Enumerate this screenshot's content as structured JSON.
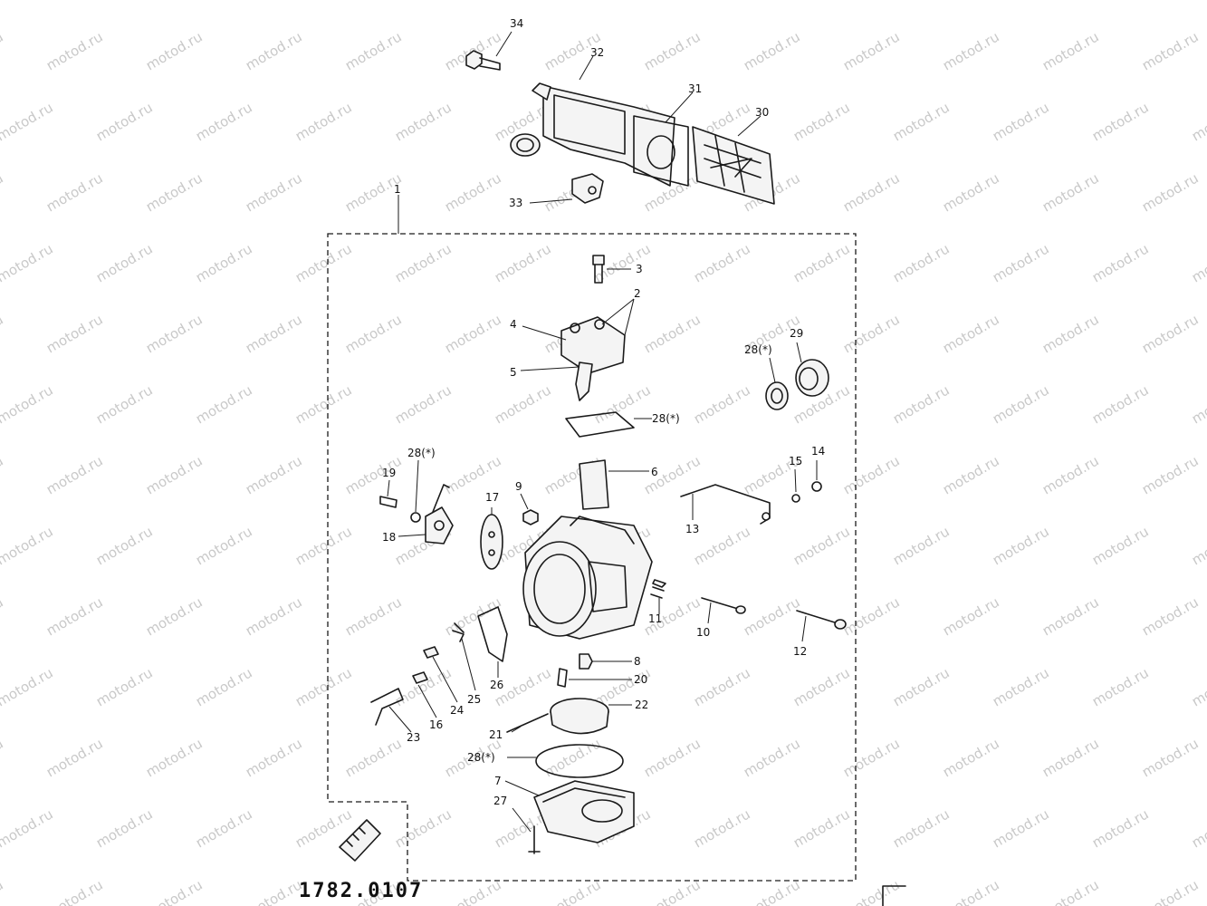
{
  "watermark": "motod.ru",
  "drawing_code": "1782.0107",
  "callouts": [
    {
      "id": "34",
      "text": "34"
    },
    {
      "id": "32",
      "text": "32"
    },
    {
      "id": "31",
      "text": "31"
    },
    {
      "id": "30",
      "text": "30"
    },
    {
      "id": "33",
      "text": "33"
    },
    {
      "id": "1",
      "text": "1"
    },
    {
      "id": "3",
      "text": "3"
    },
    {
      "id": "2",
      "text": "2"
    },
    {
      "id": "4",
      "text": "4"
    },
    {
      "id": "5",
      "text": "5"
    },
    {
      "id": "28a",
      "text": "28(*)"
    },
    {
      "id": "29",
      "text": "29"
    },
    {
      "id": "28b",
      "text": "28(*)"
    },
    {
      "id": "28c",
      "text": "28(*)"
    },
    {
      "id": "19",
      "text": "19"
    },
    {
      "id": "18",
      "text": "18"
    },
    {
      "id": "17",
      "text": "17"
    },
    {
      "id": "9",
      "text": "9"
    },
    {
      "id": "6",
      "text": "6"
    },
    {
      "id": "13",
      "text": "13"
    },
    {
      "id": "15",
      "text": "15"
    },
    {
      "id": "14",
      "text": "14"
    },
    {
      "id": "11",
      "text": "11"
    },
    {
      "id": "10",
      "text": "10"
    },
    {
      "id": "12",
      "text": "12"
    },
    {
      "id": "8",
      "text": "8"
    },
    {
      "id": "20a",
      "text": "20"
    },
    {
      "id": "22",
      "text": "22"
    },
    {
      "id": "21",
      "text": "21"
    },
    {
      "id": "28d",
      "text": "28(*)"
    },
    {
      "id": "26",
      "text": "26"
    },
    {
      "id": "25",
      "text": "25"
    },
    {
      "id": "24",
      "text": "24"
    },
    {
      "id": "16",
      "text": "16"
    },
    {
      "id": "23",
      "text": "23"
    },
    {
      "id": "7",
      "text": "7"
    },
    {
      "id": "27",
      "text": "27"
    }
  ]
}
